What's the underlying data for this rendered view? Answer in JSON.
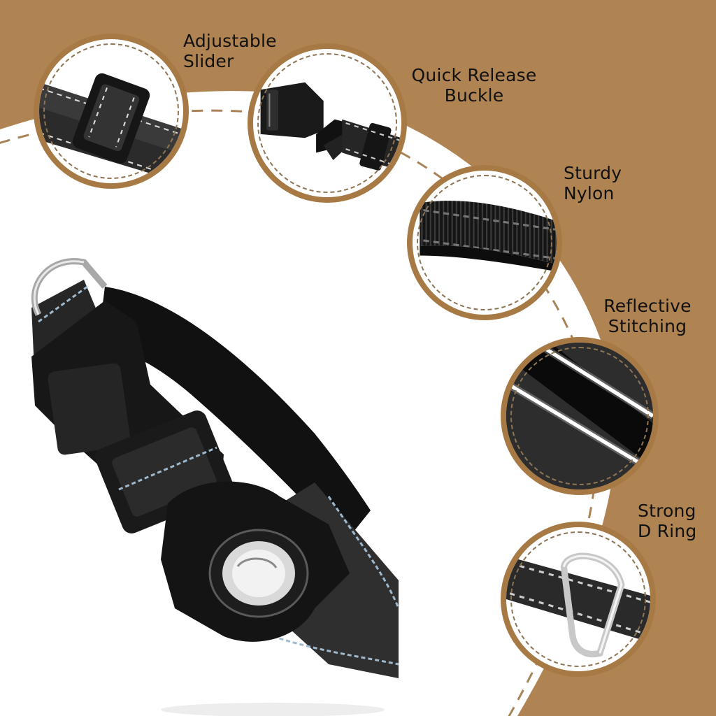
{
  "colors": {
    "background_brown": "#b08452",
    "inset_ring_brown": "#a77a45",
    "arc_white": "#ffffff",
    "dash_brown": "#a88358",
    "webbing_black": "#1c1c1c",
    "reflective_stitch": "#9fb8cc",
    "label_text": "#111111"
  },
  "features": [
    {
      "id": "adjustable-slider",
      "line1": "Adjustable",
      "line2": "Slider",
      "icon": "slider-buckle-icon"
    },
    {
      "id": "quick-release-buckle",
      "line1": "Quick Release",
      "line2": "Buckle",
      "icon": "buckle-icon"
    },
    {
      "id": "sturdy-nylon",
      "line1": "Sturdy",
      "line2": "Nylon",
      "icon": "nylon-webbing-icon"
    },
    {
      "id": "reflective-stitching",
      "line1": "Reflective",
      "line2": "Stitching",
      "icon": "reflective-stitch-icon"
    },
    {
      "id": "strong-d-ring",
      "line1": "Strong",
      "line2": "D Ring",
      "icon": "d-ring-icon"
    }
  ],
  "product": {
    "name": "dog collar with airtag holder",
    "parts": [
      "d-ring",
      "quick-release-buckle",
      "nylon-webbing",
      "airtag-holder",
      "adjustable-slider"
    ]
  }
}
